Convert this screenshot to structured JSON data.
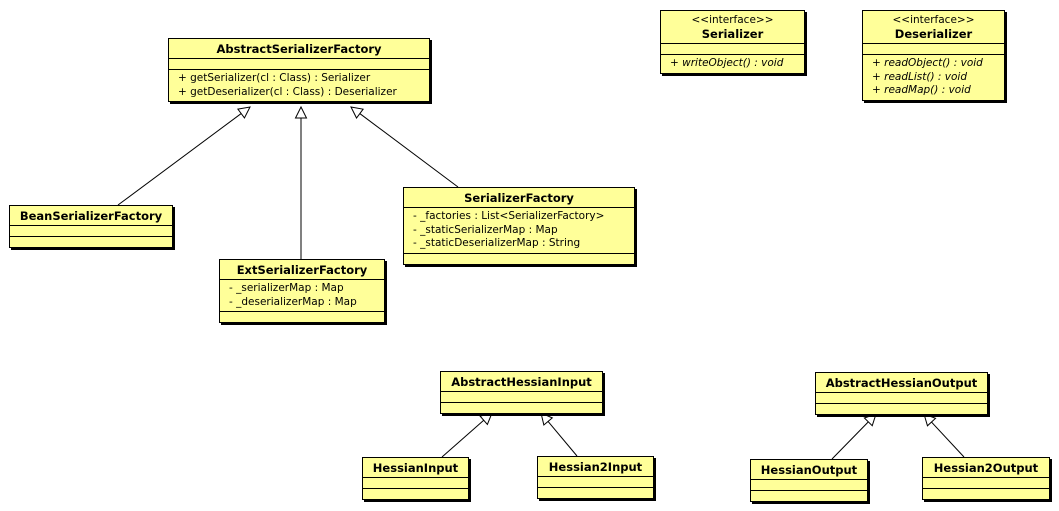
{
  "classes": [
    {
      "id": "abstract-serializer-factory",
      "name": "AbstractSerializerFactory",
      "stereotype": "",
      "attributes": [],
      "operations": [
        "+ getSerializer(cl : Class) : Serializer",
        "+ getDeserializer(cl : Class) : Deserializer"
      ],
      "italic_ops": false
    },
    {
      "id": "serializer",
      "name": "Serializer",
      "stereotype": "<<interface>>",
      "attributes": [],
      "operations": [
        "+ writeObject() : void"
      ],
      "italic_ops": true
    },
    {
      "id": "deserializer",
      "name": "Deserializer",
      "stereotype": "<<interface>>",
      "attributes": [],
      "operations": [
        "+ readObject() : void",
        "+ readList() : void",
        "+ readMap() : void"
      ],
      "italic_ops": true
    },
    {
      "id": "bean-serializer-factory",
      "name": "BeanSerializerFactory",
      "stereotype": "",
      "attributes": [],
      "operations": [],
      "italic_ops": false
    },
    {
      "id": "serializer-factory",
      "name": "SerializerFactory",
      "stereotype": "",
      "attributes": [
        "- _factories : List<SerializerFactory>",
        "- _staticSerializerMap : Map",
        "- _staticDeserializerMap : String"
      ],
      "operations": [],
      "italic_ops": false
    },
    {
      "id": "ext-serializer-factory",
      "name": "ExtSerializerFactory",
      "stereotype": "",
      "attributes": [
        "- _serializerMap : Map",
        "- _deserializerMap : Map"
      ],
      "operations": [],
      "italic_ops": false
    },
    {
      "id": "abstract-hessian-input",
      "name": "AbstractHessianInput",
      "stereotype": "",
      "attributes": [],
      "operations": [],
      "italic_ops": false
    },
    {
      "id": "abstract-hessian-output",
      "name": "AbstractHessianOutput",
      "stereotype": "",
      "attributes": [],
      "operations": [],
      "italic_ops": false
    },
    {
      "id": "hessian-input",
      "name": "HessianInput",
      "stereotype": "",
      "attributes": [],
      "operations": [],
      "italic_ops": false
    },
    {
      "id": "hessian2-input",
      "name": "Hessian2Input",
      "stereotype": "",
      "attributes": [],
      "operations": [],
      "italic_ops": false
    },
    {
      "id": "hessian-output",
      "name": "HessianOutput",
      "stereotype": "",
      "attributes": [],
      "operations": [],
      "italic_ops": false
    },
    {
      "id": "hessian2-output",
      "name": "Hessian2Output",
      "stereotype": "",
      "attributes": [],
      "operations": [],
      "italic_ops": false
    }
  ],
  "generalizations": [
    {
      "from": "bean-serializer-factory",
      "to": "abstract-serializer-factory"
    },
    {
      "from": "ext-serializer-factory",
      "to": "abstract-serializer-factory"
    },
    {
      "from": "serializer-factory",
      "to": "abstract-serializer-factory"
    },
    {
      "from": "hessian-input",
      "to": "abstract-hessian-input"
    },
    {
      "from": "hessian2-input",
      "to": "abstract-hessian-input"
    },
    {
      "from": "hessian-output",
      "to": "abstract-hessian-output"
    },
    {
      "from": "hessian2-output",
      "to": "abstract-hessian-output"
    }
  ],
  "colors": {
    "class_fill": "#ffff99",
    "line": "#000000"
  }
}
